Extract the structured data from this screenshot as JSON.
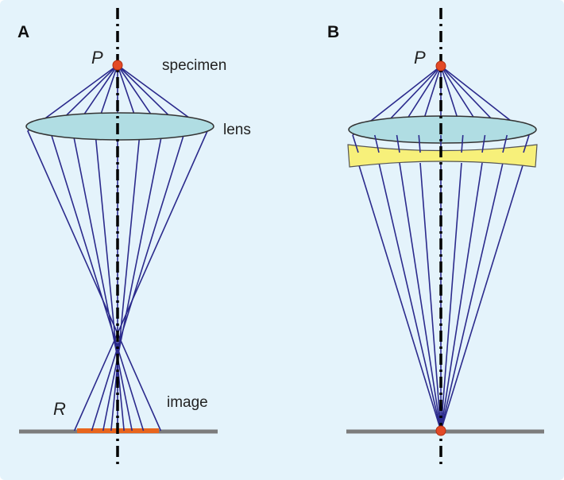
{
  "figure": {
    "background_color": "#e4f3fb",
    "ray_color": "#2b2a8c",
    "axis_color": "#000000",
    "lens_color": "#b0dde3",
    "corrector_color": "#f7f07a",
    "point_color": "#e34a27",
    "blur_color": "#e8651d",
    "plane_color": "#7c7c7c"
  },
  "panel_a": {
    "label": "A",
    "point_label": "P",
    "blur_label": "R",
    "specimen_label": "specimen",
    "lens_label": "lens",
    "image_label": "image"
  },
  "panel_b": {
    "label": "B",
    "point_label": "P"
  }
}
